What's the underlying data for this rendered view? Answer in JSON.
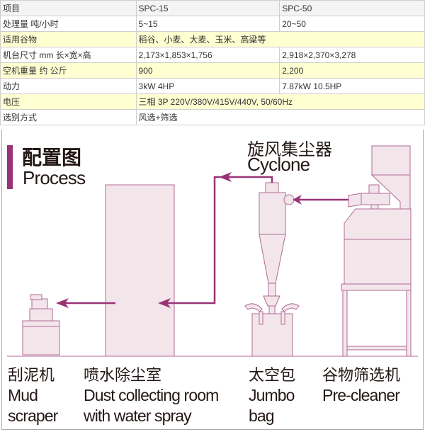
{
  "spec_table": {
    "rows": [
      {
        "label": "项目",
        "c1": "SPC-15",
        "c2": "SPC-50"
      },
      {
        "label": "处理量 吨/小时",
        "c1": "5~15",
        "c2": "20~50"
      },
      {
        "label": "适用谷物",
        "span": "稻谷、小麦、大麦、玉米、高粱等"
      },
      {
        "label": "机台尺寸 mm 长×宽×高",
        "c1": "2,173×1,853×1,756",
        "c2": "2,918×2,370×3,278"
      },
      {
        "label": "空机重量 约 公斤",
        "c1": "900",
        "c2": "2,200"
      },
      {
        "label": "动力",
        "c1": "3kW 4HP",
        "c2": "7.87kW 10.5HP"
      },
      {
        "label": "电压",
        "span": "三相 3P 220V/380V/415V/440V, 50/60Hz"
      },
      {
        "label": "选别方式",
        "span": "风选+筛选"
      }
    ]
  },
  "diagram": {
    "title_cn": "配置图",
    "title_en": "Process",
    "accent_color": "#993377",
    "fill_color": "#f3e6ea",
    "cyclone": {
      "cn": "旋风集尘器",
      "en": "Cyclone"
    },
    "labels": [
      {
        "cn": "刮泥机",
        "en1": "Mud",
        "en2": "scraper"
      },
      {
        "cn": "喷水除尘室",
        "en1": "Dust collecting room",
        "en2": "with water spray"
      },
      {
        "cn": "太空包",
        "en1": "Jumbo",
        "en2": "bag"
      },
      {
        "cn": "谷物筛选机",
        "en1": "Pre-cleaner",
        "en2": ""
      }
    ]
  }
}
